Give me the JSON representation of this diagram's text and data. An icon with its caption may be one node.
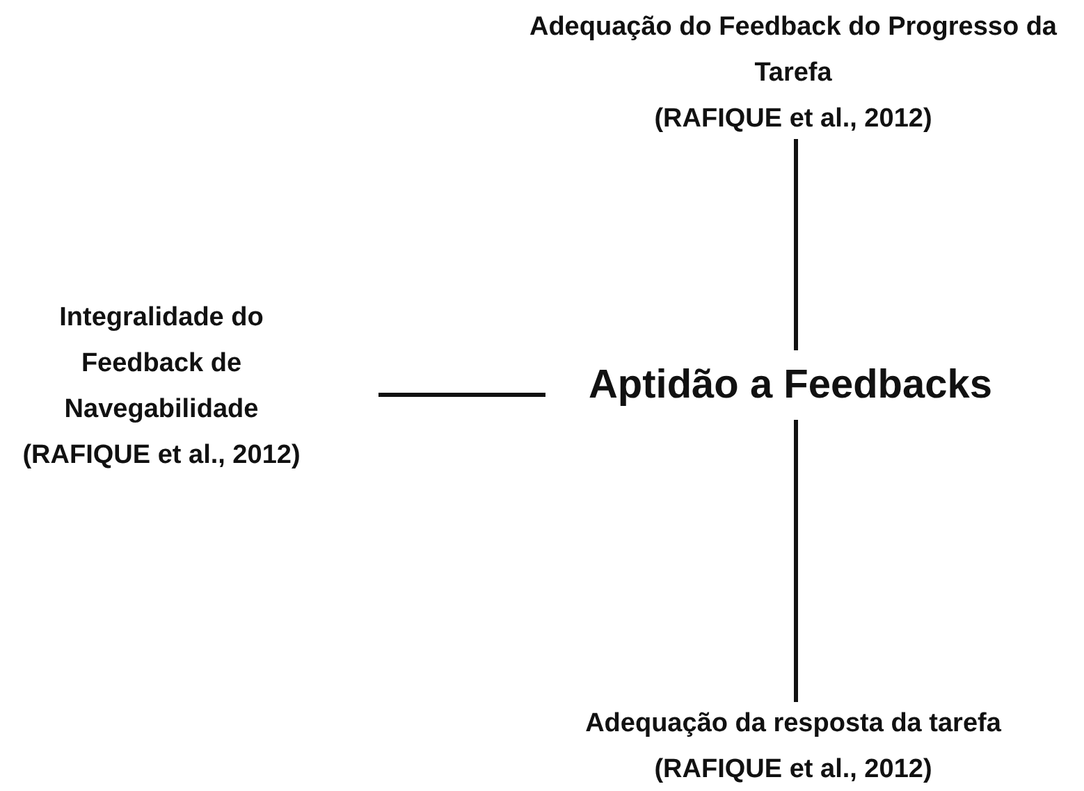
{
  "diagram": {
    "nodes": [
      {
        "text": [
          "Adequação do Feedback do Progresso da Tarefa",
          "(RAFIQUE et al., 2012)"
        ]
      },
      {
        "text": [
          "Integralidade do Feedback de Navegabilidade",
          "(RAFIQUE et al., 2012)"
        ]
      },
      {
        "text": [
          "Aptidão a Feedbacks"
        ]
      },
      {
        "text": [
          "Adequação da resposta da tarefa",
          "(RAFIQUE et al., 2012)"
        ]
      }
    ],
    "edges": [
      {
        "from": 2,
        "to": 0,
        "arrow": "none"
      },
      {
        "from": 1,
        "to": 2,
        "arrow": "none"
      },
      {
        "from": 2,
        "to": 3,
        "arrow": "none"
      }
    ]
  }
}
